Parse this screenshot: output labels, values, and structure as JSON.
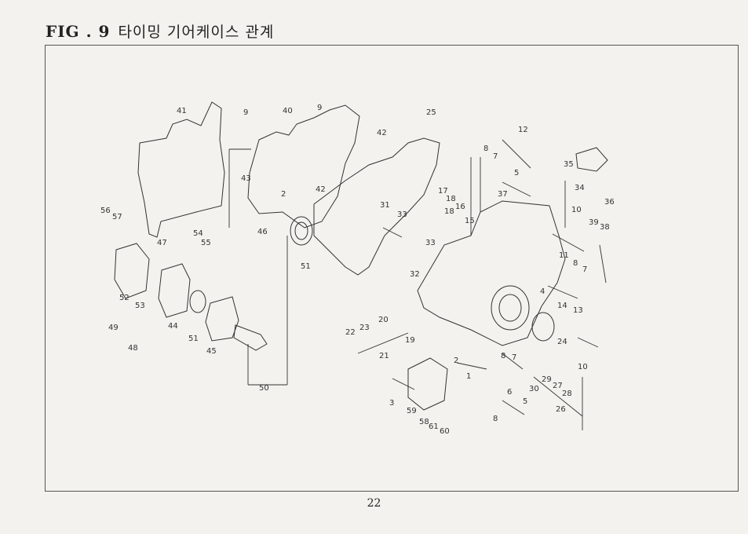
{
  "header": {
    "fig": "FIG . 9",
    "title_ko": "타이밍 기어케이스 관계"
  },
  "page_number": "22",
  "callouts": [
    {
      "id": "c41",
      "text": "41"
    },
    {
      "id": "c9a",
      "text": "9"
    },
    {
      "id": "c40",
      "text": "40"
    },
    {
      "id": "c9b",
      "text": "9"
    },
    {
      "id": "c25",
      "text": "25"
    },
    {
      "id": "c42a",
      "text": "42"
    },
    {
      "id": "c12",
      "text": "12"
    },
    {
      "id": "c43",
      "text": "43"
    },
    {
      "id": "c2a",
      "text": "2"
    },
    {
      "id": "c42b",
      "text": "42"
    },
    {
      "id": "c46",
      "text": "46"
    },
    {
      "id": "c51a",
      "text": "51"
    },
    {
      "id": "c56",
      "text": "56"
    },
    {
      "id": "c57",
      "text": "57"
    },
    {
      "id": "c54",
      "text": "54"
    },
    {
      "id": "c55",
      "text": "55"
    },
    {
      "id": "c47",
      "text": "47"
    },
    {
      "id": "c52",
      "text": "52"
    },
    {
      "id": "c53",
      "text": "53"
    },
    {
      "id": "c49",
      "text": "49"
    },
    {
      "id": "c48",
      "text": "48"
    },
    {
      "id": "c44",
      "text": "44"
    },
    {
      "id": "c51b",
      "text": "51"
    },
    {
      "id": "c45",
      "text": "45"
    },
    {
      "id": "c50",
      "text": "50"
    },
    {
      "id": "c8a",
      "text": "8"
    },
    {
      "id": "c7a",
      "text": "7"
    },
    {
      "id": "c5a",
      "text": "5"
    },
    {
      "id": "c37",
      "text": "37"
    },
    {
      "id": "c35",
      "text": "35"
    },
    {
      "id": "c34",
      "text": "34"
    },
    {
      "id": "c36",
      "text": "36"
    },
    {
      "id": "c17",
      "text": "17"
    },
    {
      "id": "c18a",
      "text": "18"
    },
    {
      "id": "c16",
      "text": "16"
    },
    {
      "id": "c18b",
      "text": "18"
    },
    {
      "id": "c15",
      "text": "15"
    },
    {
      "id": "c31",
      "text": "31"
    },
    {
      "id": "c33a",
      "text": "33"
    },
    {
      "id": "c33b",
      "text": "33"
    },
    {
      "id": "c32",
      "text": "32"
    },
    {
      "id": "c10a",
      "text": "10"
    },
    {
      "id": "c39",
      "text": "39"
    },
    {
      "id": "c38",
      "text": "38"
    },
    {
      "id": "c11",
      "text": "11"
    },
    {
      "id": "c8b",
      "text": "8"
    },
    {
      "id": "c7b",
      "text": "7"
    },
    {
      "id": "c4",
      "text": "4"
    },
    {
      "id": "c14",
      "text": "14"
    },
    {
      "id": "c13",
      "text": "13"
    },
    {
      "id": "c20",
      "text": "20"
    },
    {
      "id": "c22",
      "text": "22"
    },
    {
      "id": "c23",
      "text": "23"
    },
    {
      "id": "c19",
      "text": "19"
    },
    {
      "id": "c21",
      "text": "21"
    },
    {
      "id": "c24",
      "text": "24"
    },
    {
      "id": "c2b",
      "text": "2"
    },
    {
      "id": "c8c",
      "text": "8"
    },
    {
      "id": "c7c",
      "text": "7"
    },
    {
      "id": "c10b",
      "text": "10"
    },
    {
      "id": "c1",
      "text": "1"
    },
    {
      "id": "c29",
      "text": "29"
    },
    {
      "id": "c27",
      "text": "27"
    },
    {
      "id": "c28",
      "text": "28"
    },
    {
      "id": "c6",
      "text": "6"
    },
    {
      "id": "c30",
      "text": "30"
    },
    {
      "id": "c3",
      "text": "3"
    },
    {
      "id": "c59",
      "text": "59"
    },
    {
      "id": "c58",
      "text": "58"
    },
    {
      "id": "c61",
      "text": "61"
    },
    {
      "id": "c60",
      "text": "60"
    },
    {
      "id": "c5b",
      "text": "5"
    },
    {
      "id": "c26",
      "text": "26"
    },
    {
      "id": "c8d",
      "text": "8"
    }
  ]
}
